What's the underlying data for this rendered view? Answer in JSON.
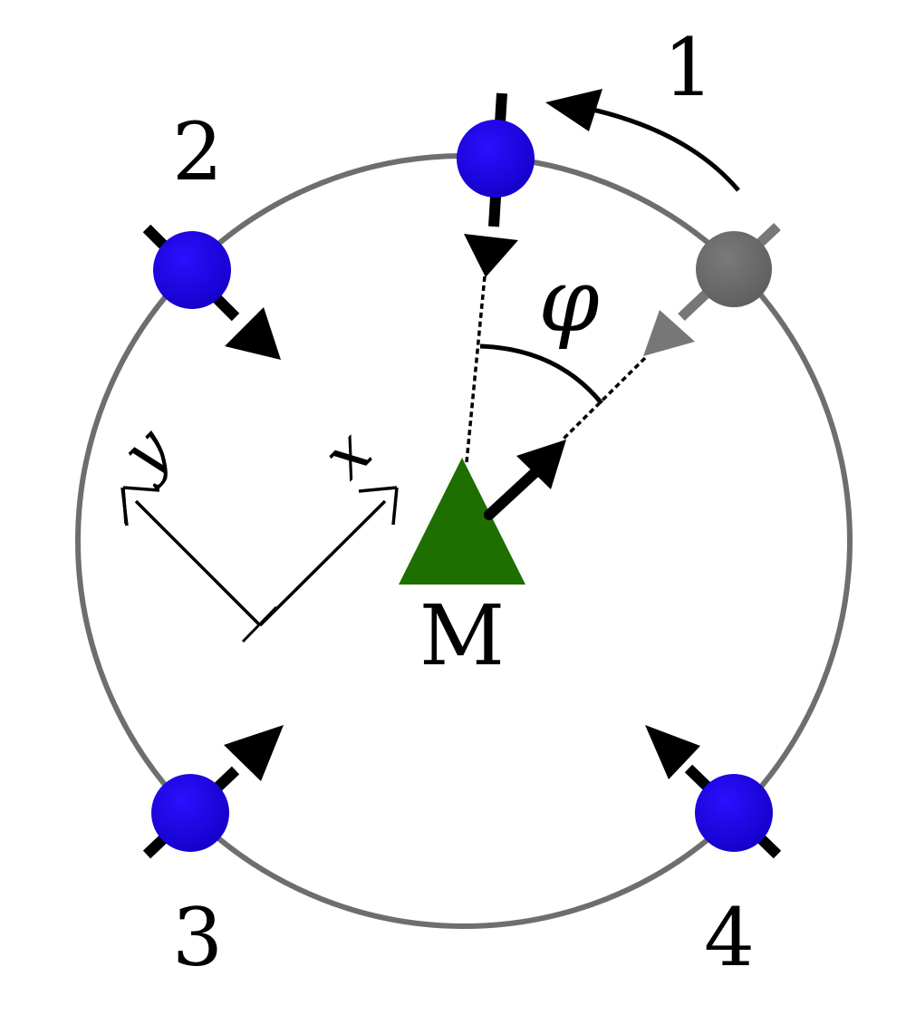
{
  "labels": {
    "site_1": "1",
    "site_2": "2",
    "site_3": "3",
    "site_4": "4",
    "center": "M",
    "angle": "φ",
    "axis_x": "x",
    "axis_y": "y"
  },
  "colors": {
    "ring": "#6e6e6e",
    "site": "#1a00d8",
    "ghost_site": "#707070",
    "ghost_arrow": "#777777",
    "center_triangle": "#1f6e00",
    "arrow": "#000000"
  },
  "icons": {
    "site": "filled-circle",
    "center": "filled-triangle",
    "rotation": "curved-arrow"
  }
}
